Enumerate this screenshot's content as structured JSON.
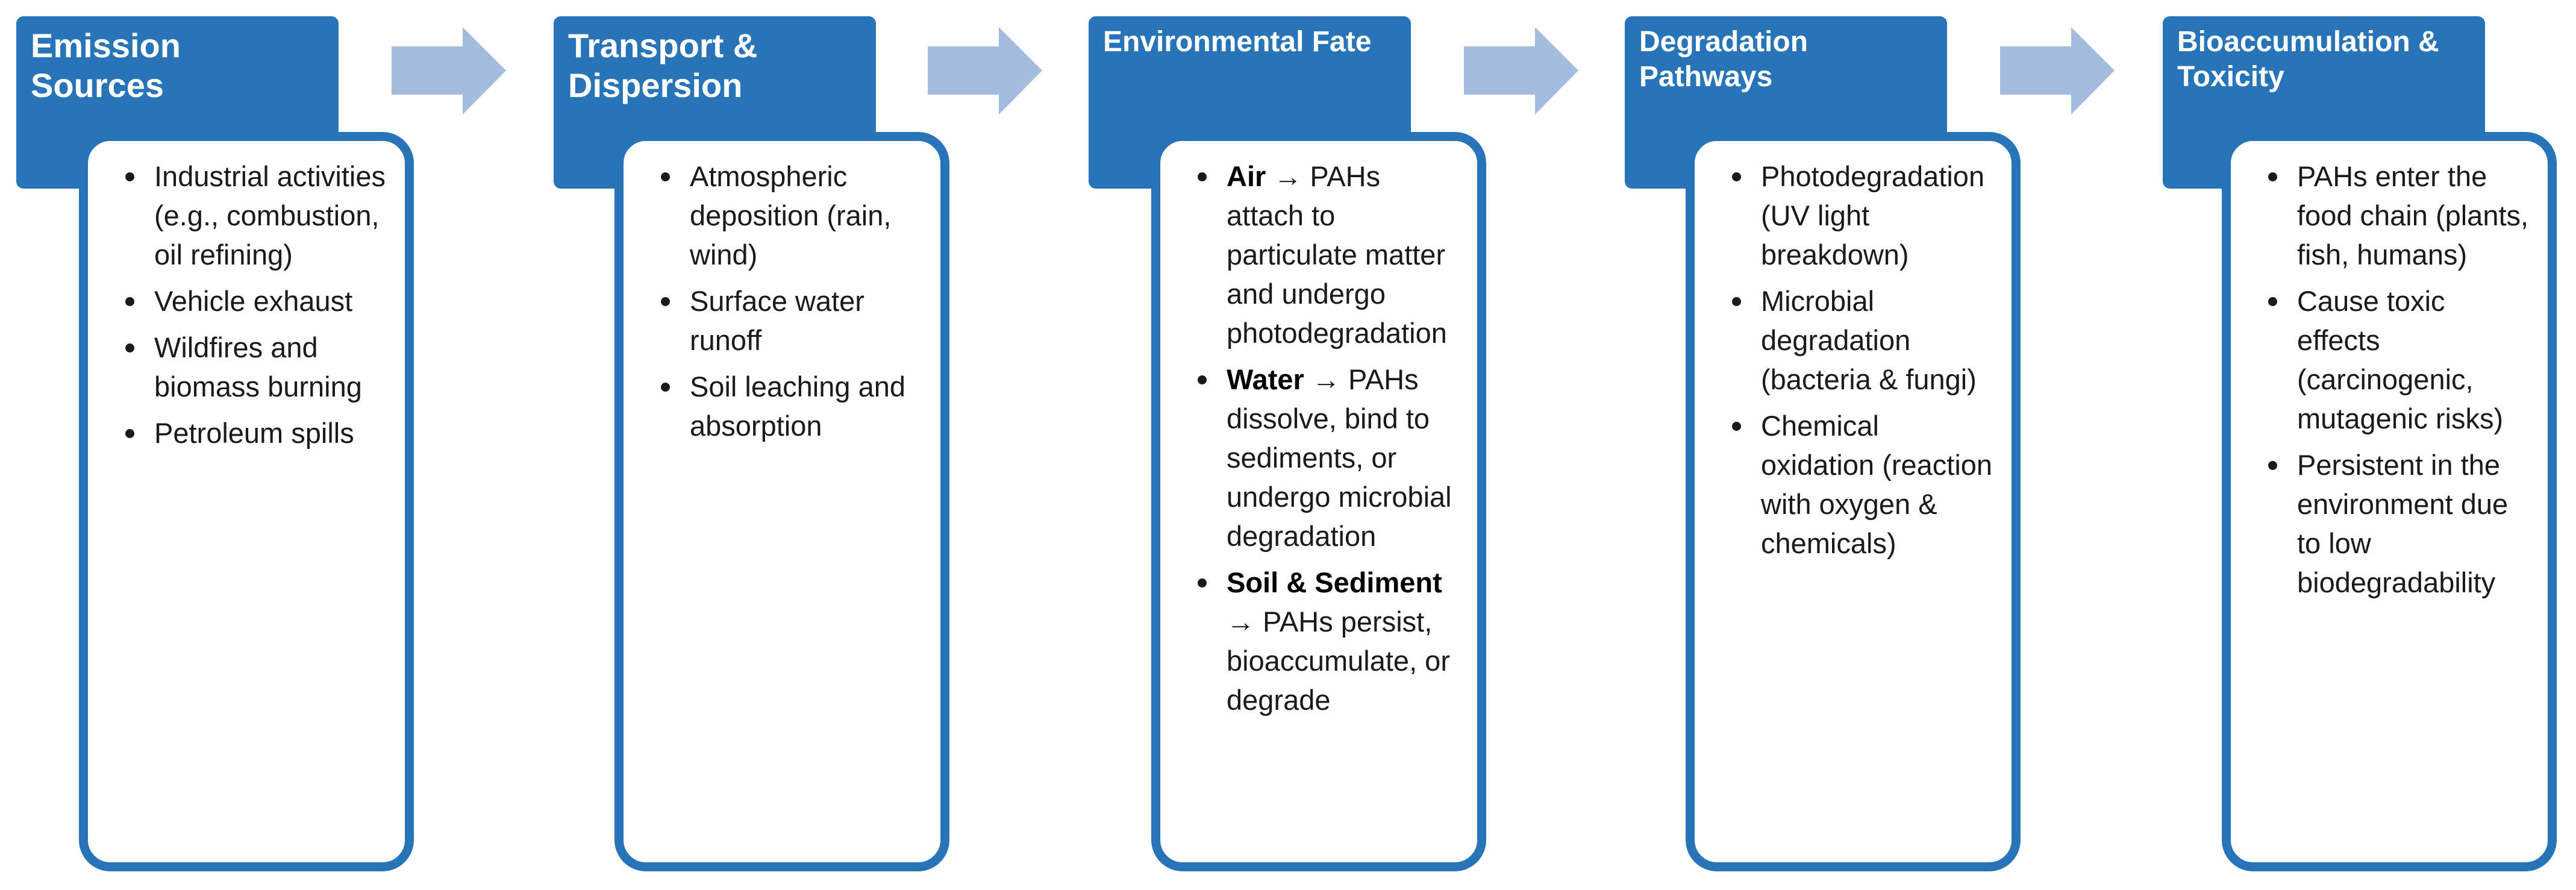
{
  "colors": {
    "header_fill": "#2874b8",
    "card_border": "#2874b8",
    "arrow_fill": "#a4bcdd",
    "text": "#1a1a1a"
  },
  "stages": [
    {
      "title_line1": "Emission",
      "title_line2": "Sources",
      "items": [
        {
          "bold": "",
          "text": "Industrial activities (e.g., combustion, oil refining)"
        },
        {
          "bold": "",
          "text": "Vehicle exhaust"
        },
        {
          "bold": "",
          "text": "Wildfires and biomass burning"
        },
        {
          "bold": "",
          "text": "Petroleum spills"
        }
      ]
    },
    {
      "title_line1": "Transport &",
      "title_line2": "Dispersion",
      "items": [
        {
          "bold": "",
          "text": "Atmospheric deposition (rain, wind)"
        },
        {
          "bold": "",
          "text": "Surface water runoff"
        },
        {
          "bold": "",
          "text": "Soil leaching and absorption"
        }
      ]
    },
    {
      "title_line1": "Environmental Fate",
      "title_line2": "",
      "items": [
        {
          "bold": "Air",
          "text": " → PAHs attach to particulate matter and undergo photodegradation"
        },
        {
          "bold": "Water",
          "text": " → PAHs dissolve, bind to sediments, or undergo microbial degradation"
        },
        {
          "bold": "Soil & Sediment",
          "text": " → PAHs persist, bioaccumulate, or degrade"
        }
      ]
    },
    {
      "title_line1": "Degradation",
      "title_line2": "Pathways",
      "items": [
        {
          "bold": "",
          "text": "Photodegradation (UV light breakdown)"
        },
        {
          "bold": "",
          "text": "Microbial degradation (bacteria & fungi)"
        },
        {
          "bold": "",
          "text": "Chemical oxidation (reaction with oxygen & chemicals)"
        }
      ]
    },
    {
      "title_line1": "Bioaccumulation &",
      "title_line2": "Toxicity",
      "items": [
        {
          "bold": "",
          "text": "PAHs enter the food chain (plants, fish, humans)"
        },
        {
          "bold": "",
          "text": "Cause toxic effects (carcinogenic, mutagenic risks)"
        },
        {
          "bold": "",
          "text": "Persistent in the environment due to low biodegradability"
        }
      ]
    }
  ]
}
